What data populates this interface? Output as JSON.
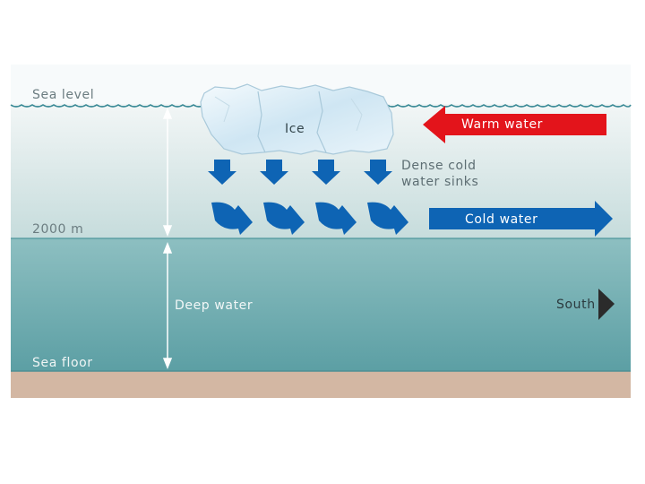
{
  "labels": {
    "sea_level": "Sea level",
    "depth_2000": "2000 m",
    "sea_floor": "Sea floor",
    "ice": "Ice",
    "warm_water": "Warm water",
    "dense_cold_line1": "Dense cold",
    "dense_cold_line2": "water sinks",
    "cold_water": "Cold water",
    "deep_water": "Deep water",
    "south": "South"
  },
  "colors": {
    "upper_water_top": "#eef3f3",
    "upper_water_bottom": "#c9dede",
    "deep_water_top": "#86b9bb",
    "deep_water_bottom": "#5ea1a5",
    "sea_floor": "#d3b7a3",
    "wave_line": "#3a8a96",
    "label_text": "#5f6f73",
    "warm_arrow": "#e3141b",
    "cold_arrow": "#0e64b4",
    "ice_fill": "#d8ecf6",
    "ice_outline": "#9fc3d6",
    "south_arrow": "#2b2b2b"
  }
}
